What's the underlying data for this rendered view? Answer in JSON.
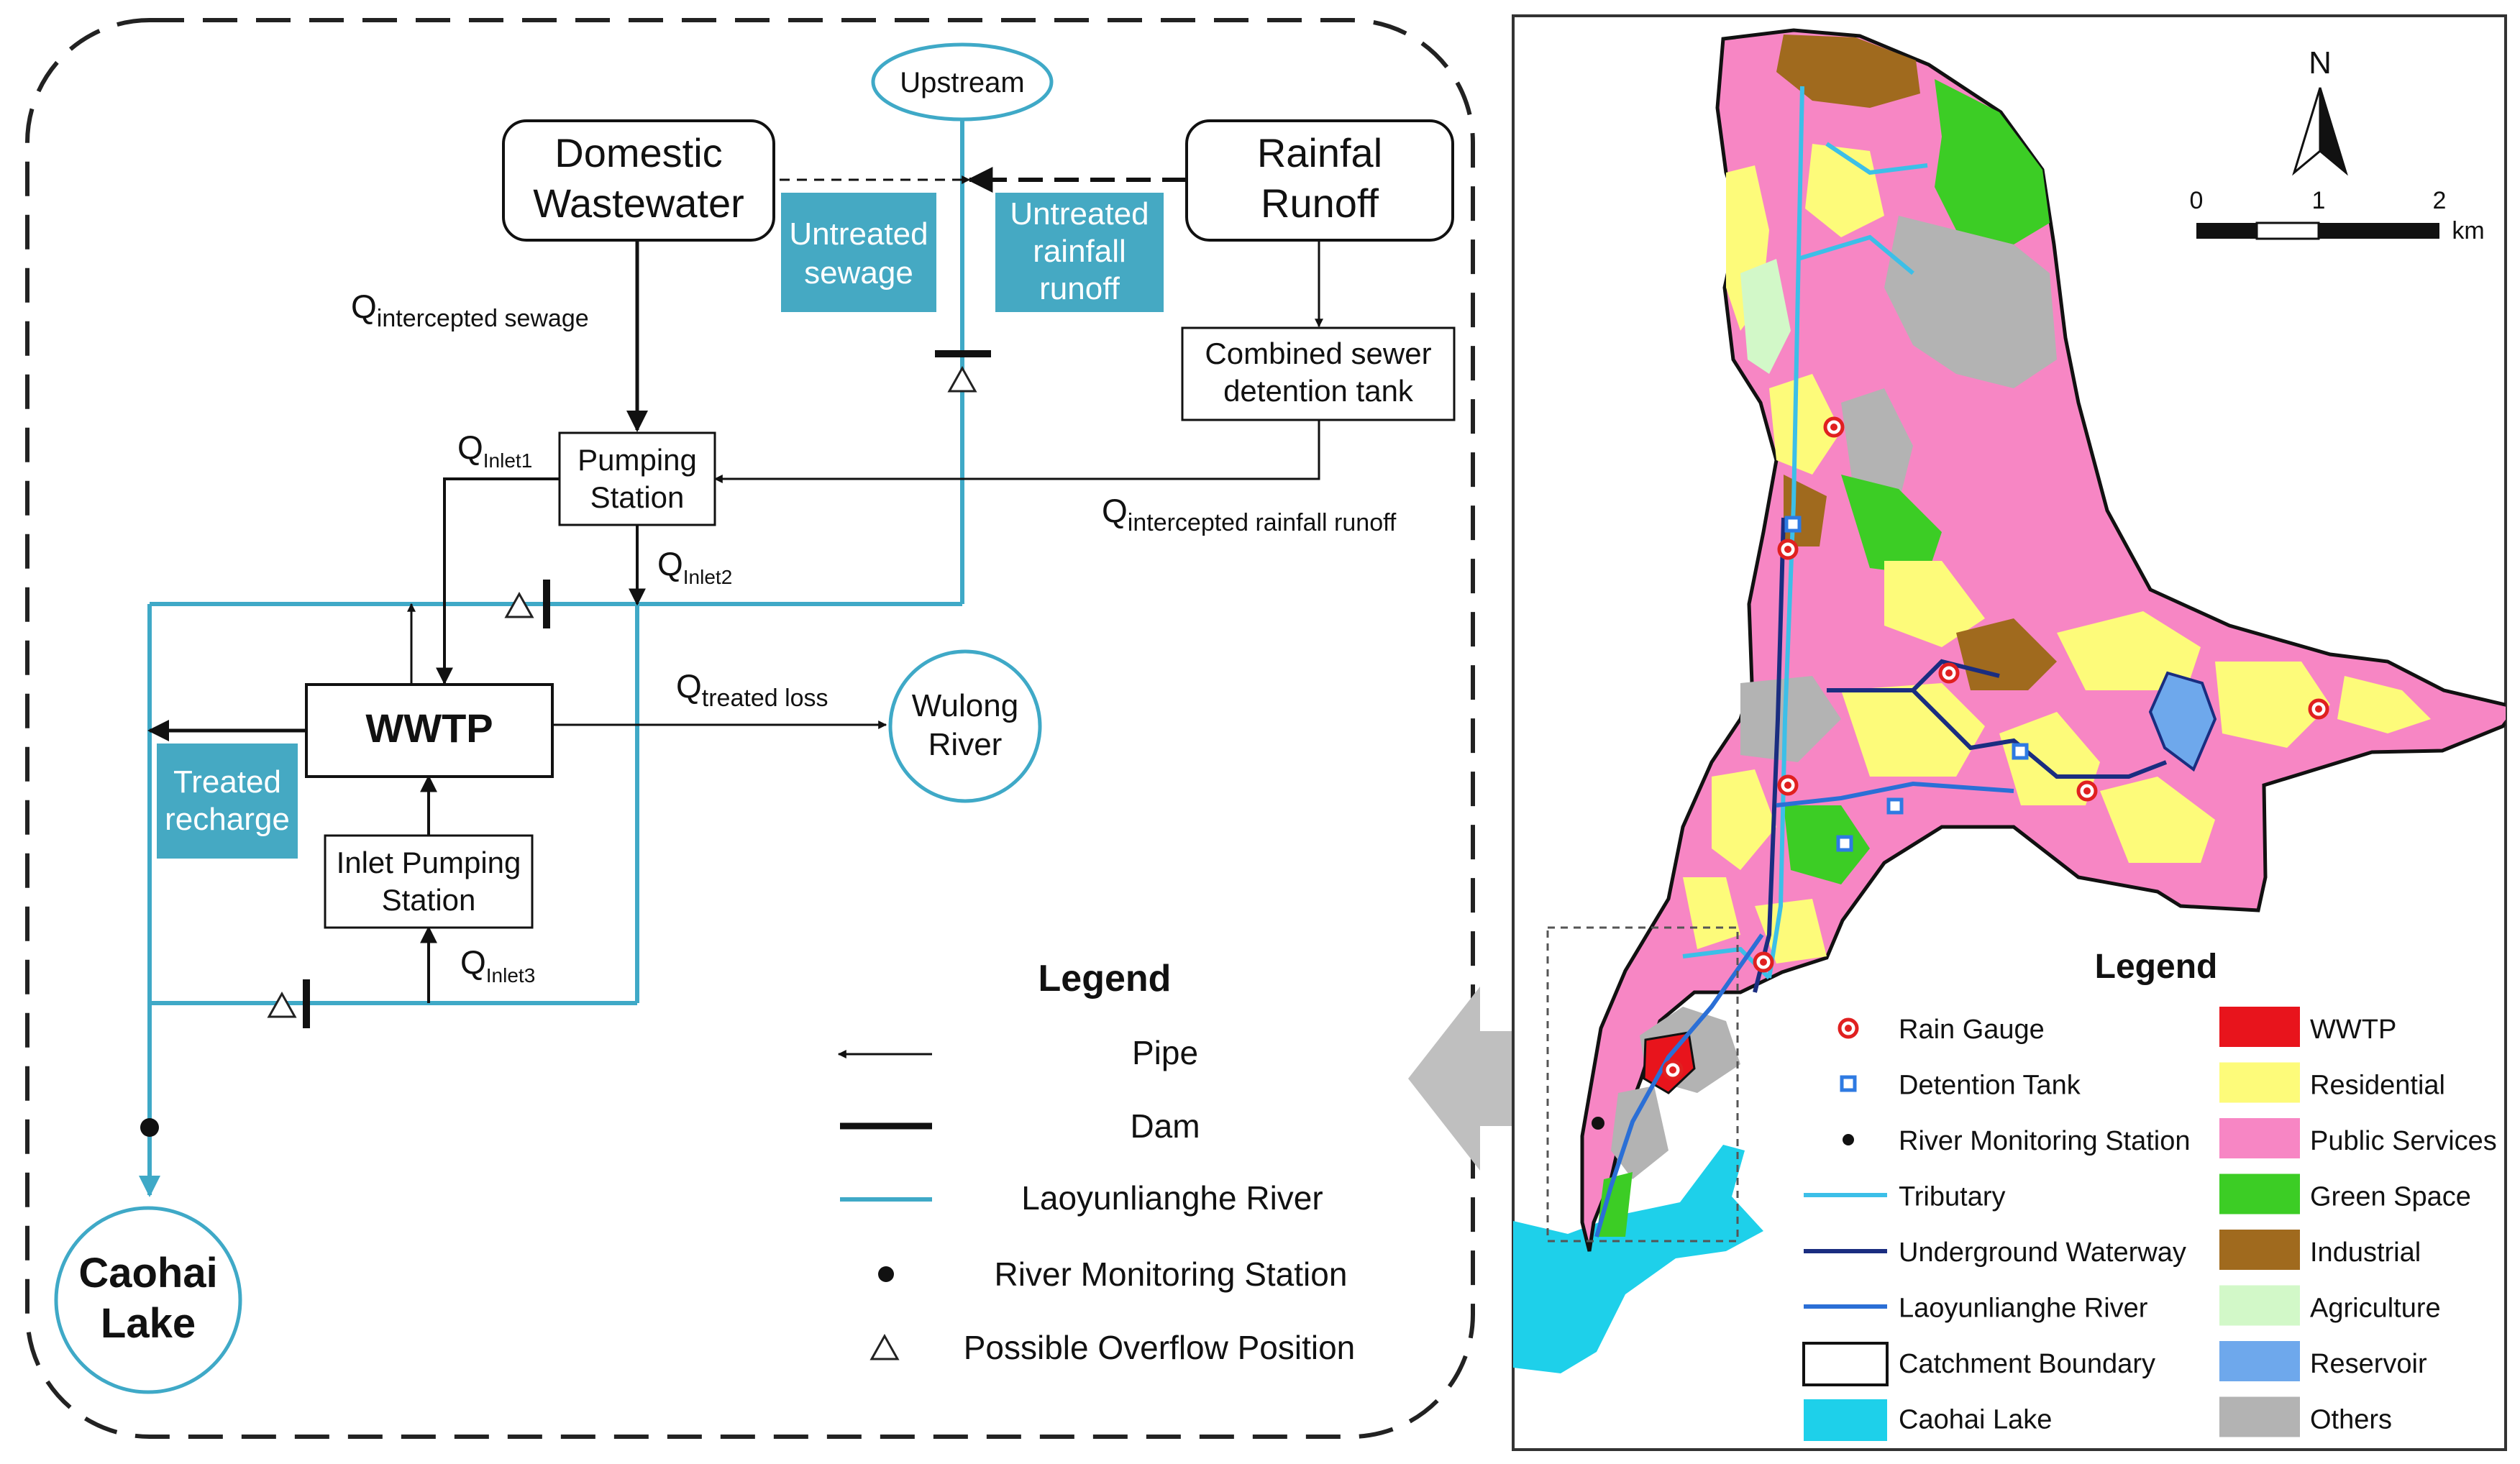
{
  "flow": {
    "upstream": "Upstream",
    "domestic_1": "Domestic",
    "domestic_2": "Wastewater",
    "rainfall_1": "Rainfal",
    "rainfall_2": "Runoff",
    "untreated_sewage_1": "Untreated",
    "untreated_sewage_2": "sewage",
    "untreated_rain_1": "Untreated",
    "untreated_rain_2": "rainfall",
    "untreated_rain_3": "runoff",
    "cso_1": "Combined sewer",
    "cso_2": "detention tank",
    "pumping_1": "Pumping",
    "pumping_2": "Station",
    "wwtp": "WWTP",
    "inlet_pump_1": "Inlet Pumping",
    "inlet_pump_2": "Station",
    "wulong_1": "Wulong",
    "wulong_2": "River",
    "caohai_1": "Caohai",
    "caohai_2": "Lake",
    "treated_1": "Treated",
    "treated_2": "recharge",
    "q_sym": "Q",
    "q_intercepted_sewage": "intercepted sewage",
    "q_inlet1": "Inlet1",
    "q_inlet2": "Inlet2",
    "q_inlet3": "Inlet3",
    "q_rainfall_runoff": "intercepted rainfall runoff",
    "q_treated_loss": "treated loss"
  },
  "flow_legend": {
    "title": "Legend",
    "pipe": "Pipe",
    "dam": "Dam",
    "river": "Laoyunlianghe River",
    "station": "River Monitoring Station",
    "overflow": "Possible Overflow Position"
  },
  "map": {
    "north": "N",
    "scale_0": "0",
    "scale_1": "1",
    "scale_2": "2",
    "scale_unit": "km"
  },
  "map_legend": {
    "title": "Legend",
    "left": [
      "Rain Gauge",
      "Detention Tank",
      "River Monitoring Station",
      "Tributary",
      "Underground Waterway",
      "Laoyunlianghe River",
      "Catchment Boundary",
      "Caohai Lake"
    ],
    "right": [
      "WWTP",
      "Residential",
      "Public Services",
      "Green Space",
      "Industrial",
      "Agriculture",
      "Reservoir",
      "Others"
    ],
    "right_colors": [
      "#e8141c",
      "#fdfb7a",
      "#f786c4",
      "#3ccd25",
      "#a06a1e",
      "#d2f8c8",
      "#6ea8ec",
      "#b3b3b3"
    ]
  },
  "colors": {
    "river": "#3fa9c7",
    "teal_box": "#45a9c3",
    "underground": "#1a2d80",
    "tributary": "#3cbfe8",
    "lake": "#1ed0ea",
    "rain_gauge": "#e02020",
    "detention": "#2e7ae2"
  }
}
